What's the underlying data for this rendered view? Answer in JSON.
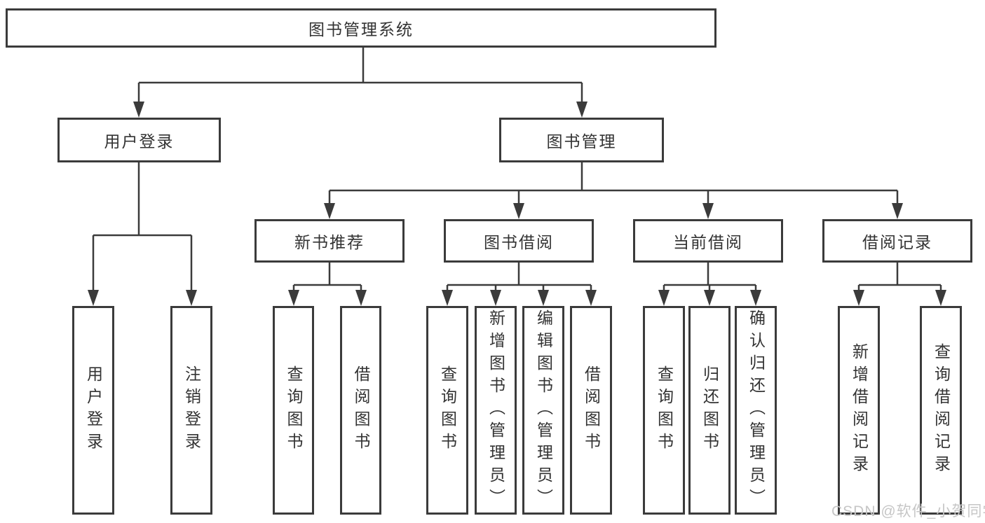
{
  "diagram": {
    "type": "tree",
    "tree": {
      "label": "图书管理系统",
      "children": [
        {
          "label": "用户登录",
          "children": [
            {
              "label": "用户登录"
            },
            {
              "label": "注销登录"
            }
          ]
        },
        {
          "label": "图书管理",
          "children": [
            {
              "label": "新书推荐",
              "children": [
                {
                  "label": "查询图书"
                },
                {
                  "label": "借阅图书"
                }
              ]
            },
            {
              "label": "图书借阅",
              "children": [
                {
                  "label": "查询图书"
                },
                {
                  "label": "新增图书（管理员）"
                },
                {
                  "label": "编辑图书（管理员）"
                },
                {
                  "label": "借阅图书"
                }
              ]
            },
            {
              "label": "当前借阅",
              "children": [
                {
                  "label": "查询图书"
                },
                {
                  "label": "归还图书"
                },
                {
                  "label": "确认归还（管理员）"
                }
              ]
            },
            {
              "label": "借阅记录",
              "children": [
                {
                  "label": "新增借阅记录"
                },
                {
                  "label": "查询借阅记录"
                }
              ]
            }
          ]
        }
      ]
    },
    "colors": {
      "line": "#3b3b3b",
      "box_border": "#3b3b3b",
      "text": "#333333",
      "background": "#ffffff",
      "watermark": "#c6c6c6"
    }
  },
  "watermark": {
    "text": "CSDN @软件_小贺同学"
  }
}
